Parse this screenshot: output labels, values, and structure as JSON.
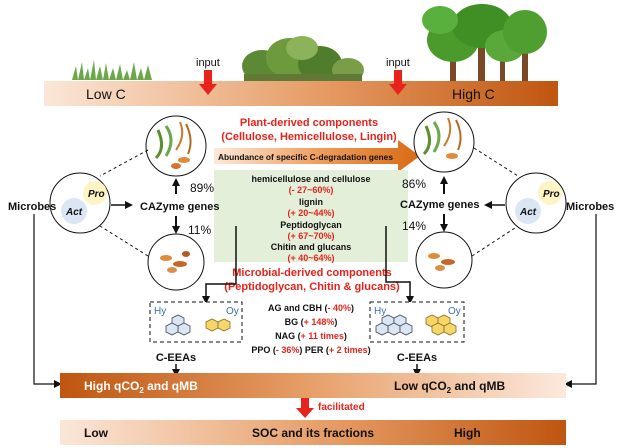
{
  "top_bar": {
    "left": "Low C",
    "right": "High C",
    "input_left": "input",
    "input_right": "input"
  },
  "plant": {
    "title": "Plant-derived components",
    "subtitle": "(Cellulose, Hemicellulose, Lingin)"
  },
  "arrow_label": "Abundance of specific C-degradation genes",
  "green_box": {
    "hemi_label": "hemicellulose and cellulose",
    "hemi_value": "(- 27~60%)",
    "lignin_label": "lignin",
    "lignin_value": "(+ 20~44%)",
    "pep_label": "Peptidoglycan",
    "pep_value": "(+ 67~70%)",
    "chitin_label": "Chitin and glucans",
    "chitin_value": "(+ 40~64%)"
  },
  "microbial": {
    "title": "Microbial-derived components",
    "subtitle": "(Peptidoglycan, Chitin & glucans)"
  },
  "left": {
    "microbes": "Microbes",
    "pro": "Pro",
    "act": "Act",
    "cazyme": "CAZyme genes",
    "pct_up": "89%",
    "pct_down": "11%",
    "hy": "Hy",
    "oy": "Oy",
    "ceeas": "C-EEAs"
  },
  "right": {
    "microbes": "Microbes",
    "pro": "Pro",
    "act": "Act",
    "cazyme": "CAZyme genes",
    "pct_up": "86%",
    "pct_down": "14%",
    "hy": "Hy",
    "oy": "Oy",
    "ceeas": "C-EEAs"
  },
  "enzymes": {
    "l1_label": "AG and CBH (",
    "l1_val": "- 40%",
    "l1_end": ")",
    "l2_label": "BG (",
    "l2_val": "+ 148%",
    "l2_end": ")",
    "l3_label": "NAG (",
    "l3_val": "+ 11 times",
    "l3_end": ")",
    "l4a_label": "PPO (",
    "l4a_val": "- 36%",
    "l4a_end": ")",
    "l4b_label": " PER (",
    "l4b_val": "+ 2 times",
    "l4b_end": ")"
  },
  "q_bar": {
    "left_main": "High qCO",
    "left_sub": "2",
    "left_rest": " and qMB",
    "right_main": "Low qCO",
    "right_sub": "2",
    "right_rest": " and qMB"
  },
  "facilitated": "facilitated",
  "soc_bar": {
    "left": "Low",
    "center": "SOC and its fractions",
    "right": "High"
  },
  "colors": {
    "red": "#e8231b",
    "dark_orange": "#c65c16",
    "light": "#fbe6d6",
    "green_box": "#e3efd9",
    "pro_yellow": "#fff4c4",
    "act_blue": "#dbe6f5"
  }
}
